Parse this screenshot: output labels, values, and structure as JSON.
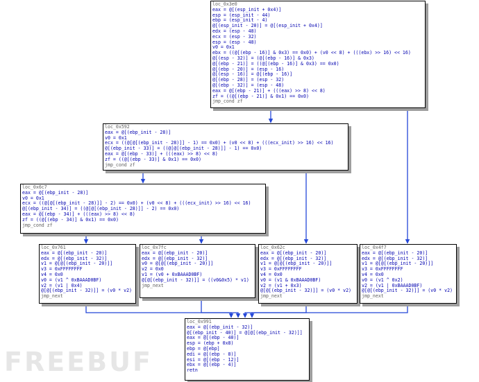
{
  "colors": {
    "edge": "#2346d8",
    "text": "#0000b0",
    "header": "#606060",
    "shadow": "#9e9e9e"
  },
  "watermark": "FREEBUF",
  "nodes": [
    {
      "id": "n3e0",
      "name": "block-loc-0x3e0",
      "header": "loc_0x3e0",
      "lines": [
        "eax = @[(esp_init + 0x4)]",
        "esp = (esp_init - 44)",
        "ebp = (esp_init - 4)",
        "@[(esp_init - 20)] = @[(esp_init + 0x4)]",
        "edx = (esp - 48)",
        "ecx = (esp - 32)",
        "esp = (esp - 48)",
        "v0 = 0x1",
        "ebx = ((@[(ebp - 16)] & 0x3) == 0x0) + (v0 << 8) + (((ebx) >> 16) << 16)",
        "@[(esp - 32)] = (@[(ebp - 16)] & 0x3)",
        "@[(ebp - 21)] = ((@[(ebp - 16)] & 0x3) == 0x0)",
        "@[(ebp - 20)] = (esp - 16)",
        "@[(esp - 16)] = @[(ebp - 16)]",
        "@[(ebp - 28)] = (esp - 32)",
        "@[(ebp - 32)] = (esp - 48)",
        "eax = @[(ebp - 21)] + (((eax) >> 8) << 8)",
        "zf = ((@[(ebp - 21)] & 0x1) == 0x0)"
      ],
      "footer": "jmp_cond zf"
    },
    {
      "id": "n592",
      "name": "block-loc-0x592",
      "header": "loc_0x592",
      "lines": [
        "eax = @[(ebp_init - 28)]",
        "v0 = 0x1",
        "ecx = ((@[@[(ebp_init - 28)]] - 1) == 0x0) + (v0 << 8) + (((ecx_init) >> 16) << 16)",
        "@[(ebp_init - 33)] = ((@[@[(ebp_init - 28)]] - 1) == 0x0)",
        "eax = @[(ebp - 33)] + (((eax) >> 8) << 8)",
        "zf = ((@[(ebp - 33)] & 0x1) == 0x0)"
      ],
      "footer": "jmp_cond zf"
    },
    {
      "id": "n6c7",
      "name": "block-loc-0x6c7",
      "header": "loc_0x6c7",
      "lines": [
        "eax = @[(ebp_init - 28)]",
        "v0 = 0x1",
        "ecx = ((@[@[(ebp_init - 28)]] - 2) == 0x0) + (v0 << 8) + (((ecx_init) >> 16) << 16)",
        "@[(ebp_init - 34)] = ((@[@[(ebp_init - 28)]] - 2) == 0x0)",
        "eax = @[(ebp - 34)] + (((eax) >> 8) << 8)",
        "zf = ((@[(ebp - 34)] & 0x1) == 0x0)"
      ],
      "footer": "jmp_cond zf"
    },
    {
      "id": "n761",
      "name": "block-loc-0x761",
      "header": "loc_0x761",
      "lines": [
        "eax = @[(ebp_init - 20)]",
        "edx = @[(ebp_init - 32)]",
        "v1 = @[@[(ebp_init - 20)]]",
        "v3 = 0xFFFFFFFF",
        "v4 = 0x0",
        "v0 = (v1 ^ 0xBAAAD0BF)",
        "v2 = (v1 | 0x4)",
        "@[@[(ebp_init - 32)]] = (v0 * v2)"
      ],
      "footer": "jmp_next"
    },
    {
      "id": "n7fc",
      "name": "block-loc-0x7fc",
      "header": "loc_0x7fc",
      "lines": [
        "eax = @[(ebp_init - 20)]",
        "edx = @[(ebp_init - 32)]",
        "v0 = @[@[(ebp_init - 20)]]",
        "v2 = 0x0",
        "v1 = (v0 + 0xBAAAD0BF)",
        "@[@[(ebp_init - 32)]] = ((v0&0x5) * v1)"
      ],
      "footer": "jmp_next"
    },
    {
      "id": "n62c",
      "name": "block-loc-0x62c",
      "header": "loc_0x62c",
      "lines": [
        "eax = @[(ebp_init - 20)]",
        "edx = @[(ebp_init - 32)]",
        "v1 = @[@[(ebp_init - 20)]]",
        "v3 = 0xFFFFFFFF",
        "v4 = 0x0",
        "v0 = (v1 & 0xBAAAD0BF)",
        "v2 = (v1 + 0x3)",
        "@[@[(ebp_init - 32)]] = (v0 * v2)"
      ],
      "footer": "jmp_next"
    },
    {
      "id": "n4f7",
      "name": "block-loc-0x4f7",
      "header": "loc_0x4f7",
      "lines": [
        "eax = @[(ebp_init - 20)]",
        "edx = @[(ebp_init - 32)]",
        "v1 = @[@[(ebp_init - 20)]]",
        "v3 = 0xFFFFFFFF",
        "v4 = 0x0",
        "v0 = (v1 ^ 0x2)",
        "v2 = (v1 | 0xBAAAD0BF)",
        "@[@[(ebp_init - 32)]] = (v0 * v2)"
      ],
      "footer": "jmp_next"
    },
    {
      "id": "n991",
      "name": "block-loc-0x991",
      "header": "loc_0x991",
      "lines": [
        "eax = @[(ebp_init - 32)]",
        "@[(ebp_init - 40)] = @[@[(ebp_init - 32)]]",
        "eax = @[(ebp - 40)]",
        "esp = (ebp + 0x8)",
        "ebp = @[ebp]",
        "edi = @[(ebp - 8)]",
        "esi = @[(ebp - 12)]",
        "ebx = @[(ebp - 4)]",
        "retn"
      ],
      "footer": ""
    }
  ],
  "edges": [
    {
      "from": "n3e0",
      "to": "n592"
    },
    {
      "from": "n3e0",
      "to": "n4f7"
    },
    {
      "from": "n592",
      "to": "n6c7"
    },
    {
      "from": "n592",
      "to": "n62c"
    },
    {
      "from": "n6c7",
      "to": "n761"
    },
    {
      "from": "n6c7",
      "to": "n7fc"
    },
    {
      "from": "n761",
      "to": "n991"
    },
    {
      "from": "n7fc",
      "to": "n991"
    },
    {
      "from": "n62c",
      "to": "n991"
    },
    {
      "from": "n4f7",
      "to": "n991"
    }
  ]
}
